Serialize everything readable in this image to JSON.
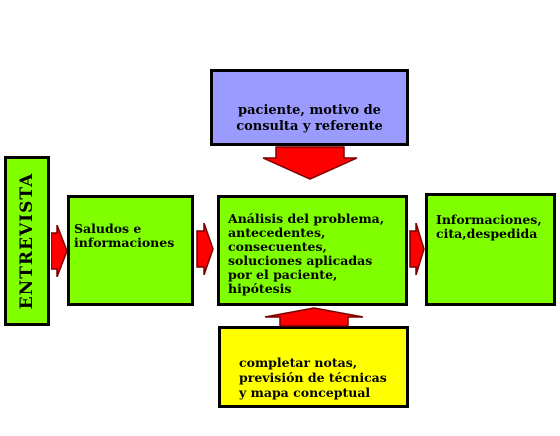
{
  "boxes": {
    "entrevista": "ENTREVISTA",
    "saludos": "Saludos e\ninformaciones",
    "analisis": "Análisis del problema,\nantecedentes,\nconsecuentes,\nsoluciones aplicadas\npor el paciente,\nhipótesis",
    "informaciones": "Informaciones,\ncita,despedida",
    "paciente": "paciente, motivo de\nconsulta y referente",
    "completar": "completar notas,\nprevisión de técnicas\ny mapa conceptual"
  },
  "colors": {
    "green": "#80ff00",
    "blue": "#9b9bff",
    "yellow": "#ffff00",
    "arrow_fill": "#ff0000",
    "arrow_border": "#7a0000"
  }
}
